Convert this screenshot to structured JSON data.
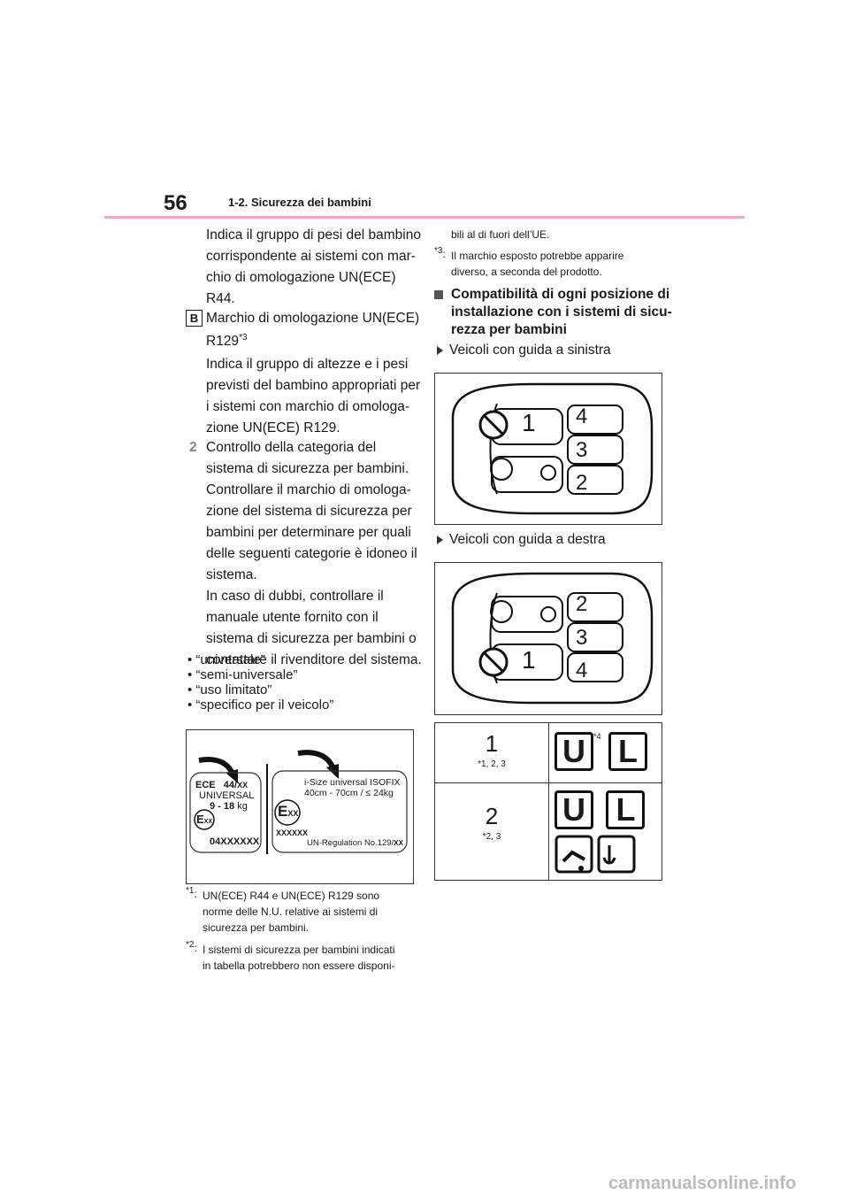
{
  "header": {
    "page_number": "56",
    "section": "1-2. Sicurezza dei bambini"
  },
  "left": {
    "p1_lines": [
      "Indica il gruppo di pesi del bambino",
      "corrispondente ai sistemi con mar-",
      "chio di omologazione UN(ECE)",
      "R44."
    ],
    "box_letter": "B",
    "pB_line1": "Marchio di omologazione UN(ECE)",
    "pB_line2": "R129",
    "pB_sup": "*3",
    "pB_rest": [
      "Indica il gruppo di altezze e i pesi",
      "previsti del bambino appropriati per",
      "i sistemi con marchio di omologa-",
      "zione UN(ECE) R129."
    ],
    "step_number": "2",
    "step_lines": [
      "Controllo della categoria del",
      "sistema di sicurezza per bambini.",
      "Controllare il marchio di omologa-",
      "zione del sistema di sicurezza per",
      "bambini per determinare per quali",
      "delle seguenti categorie è idoneo il",
      "sistema.",
      "In caso di dubbi, controllare il",
      "manuale utente fornito con il",
      "sistema di sicurezza per bambini o",
      "contattare il rivenditore del sistema."
    ],
    "bullets": [
      "“universale”",
      "“semi-universale”",
      "“uso limitato”",
      "“specifico per il veicolo”"
    ],
    "label_left": {
      "line1a": "ECE",
      "line1b": "44/",
      "line1c": "XX",
      "line2": "UNIVERSAL",
      "line3a": "9 - 18",
      "line3b": " kg",
      "emark": "E",
      "emark_sub": "XX",
      "code": "04XXXXXX"
    },
    "label_right": {
      "line1": "i-Size universal ISOFIX",
      "line2": "40cm - 70cm / ≤ 24kg",
      "emark": "E",
      "emark_sub": "XX",
      "code": "XXXXXX",
      "reg": "UN-Regulation No.129/",
      "reg_xx": "XX"
    },
    "footnotes": [
      {
        "mark": "*1",
        "lines": [
          "UN(ECE) R44 e UN(ECE) R129 sono",
          "norme delle N.U. relative ai sistemi di",
          "sicurezza per bambini."
        ]
      },
      {
        "mark": "*2",
        "lines": [
          "I sistemi di sicurezza per bambini indicati",
          "in tabella potrebbero non essere disponi-"
        ]
      }
    ]
  },
  "right": {
    "cont_line": "bili al di fuori dell’UE.",
    "footnote3": {
      "mark": "*3",
      "lines": [
        "Il marchio esposto potrebbe apparire",
        "diverso, a seconda del prodotto."
      ]
    },
    "heading_lines": [
      "Compatibilità di ogni posizione di",
      "installazione con i sistemi di sicu-",
      "rezza per bambini"
    ],
    "lhd_label": "Veicoli con guida a sinistra",
    "rhd_label": "Veicoli con guida a destra",
    "lhd_seats": [
      "1",
      "4",
      "3",
      "2"
    ],
    "rhd_seats": [
      "1",
      "2",
      "3",
      "4"
    ],
    "table": [
      {
        "seat": "1",
        "note": "*1, 2, 3",
        "badges": [
          "U",
          "L"
        ],
        "sup": "*4"
      },
      {
        "seat": "2",
        "note": "*2, 3",
        "badges": [
          "U",
          "L"
        ],
        "sup": ""
      }
    ]
  },
  "footer": {
    "watermark": "carmanualsonline.info"
  }
}
